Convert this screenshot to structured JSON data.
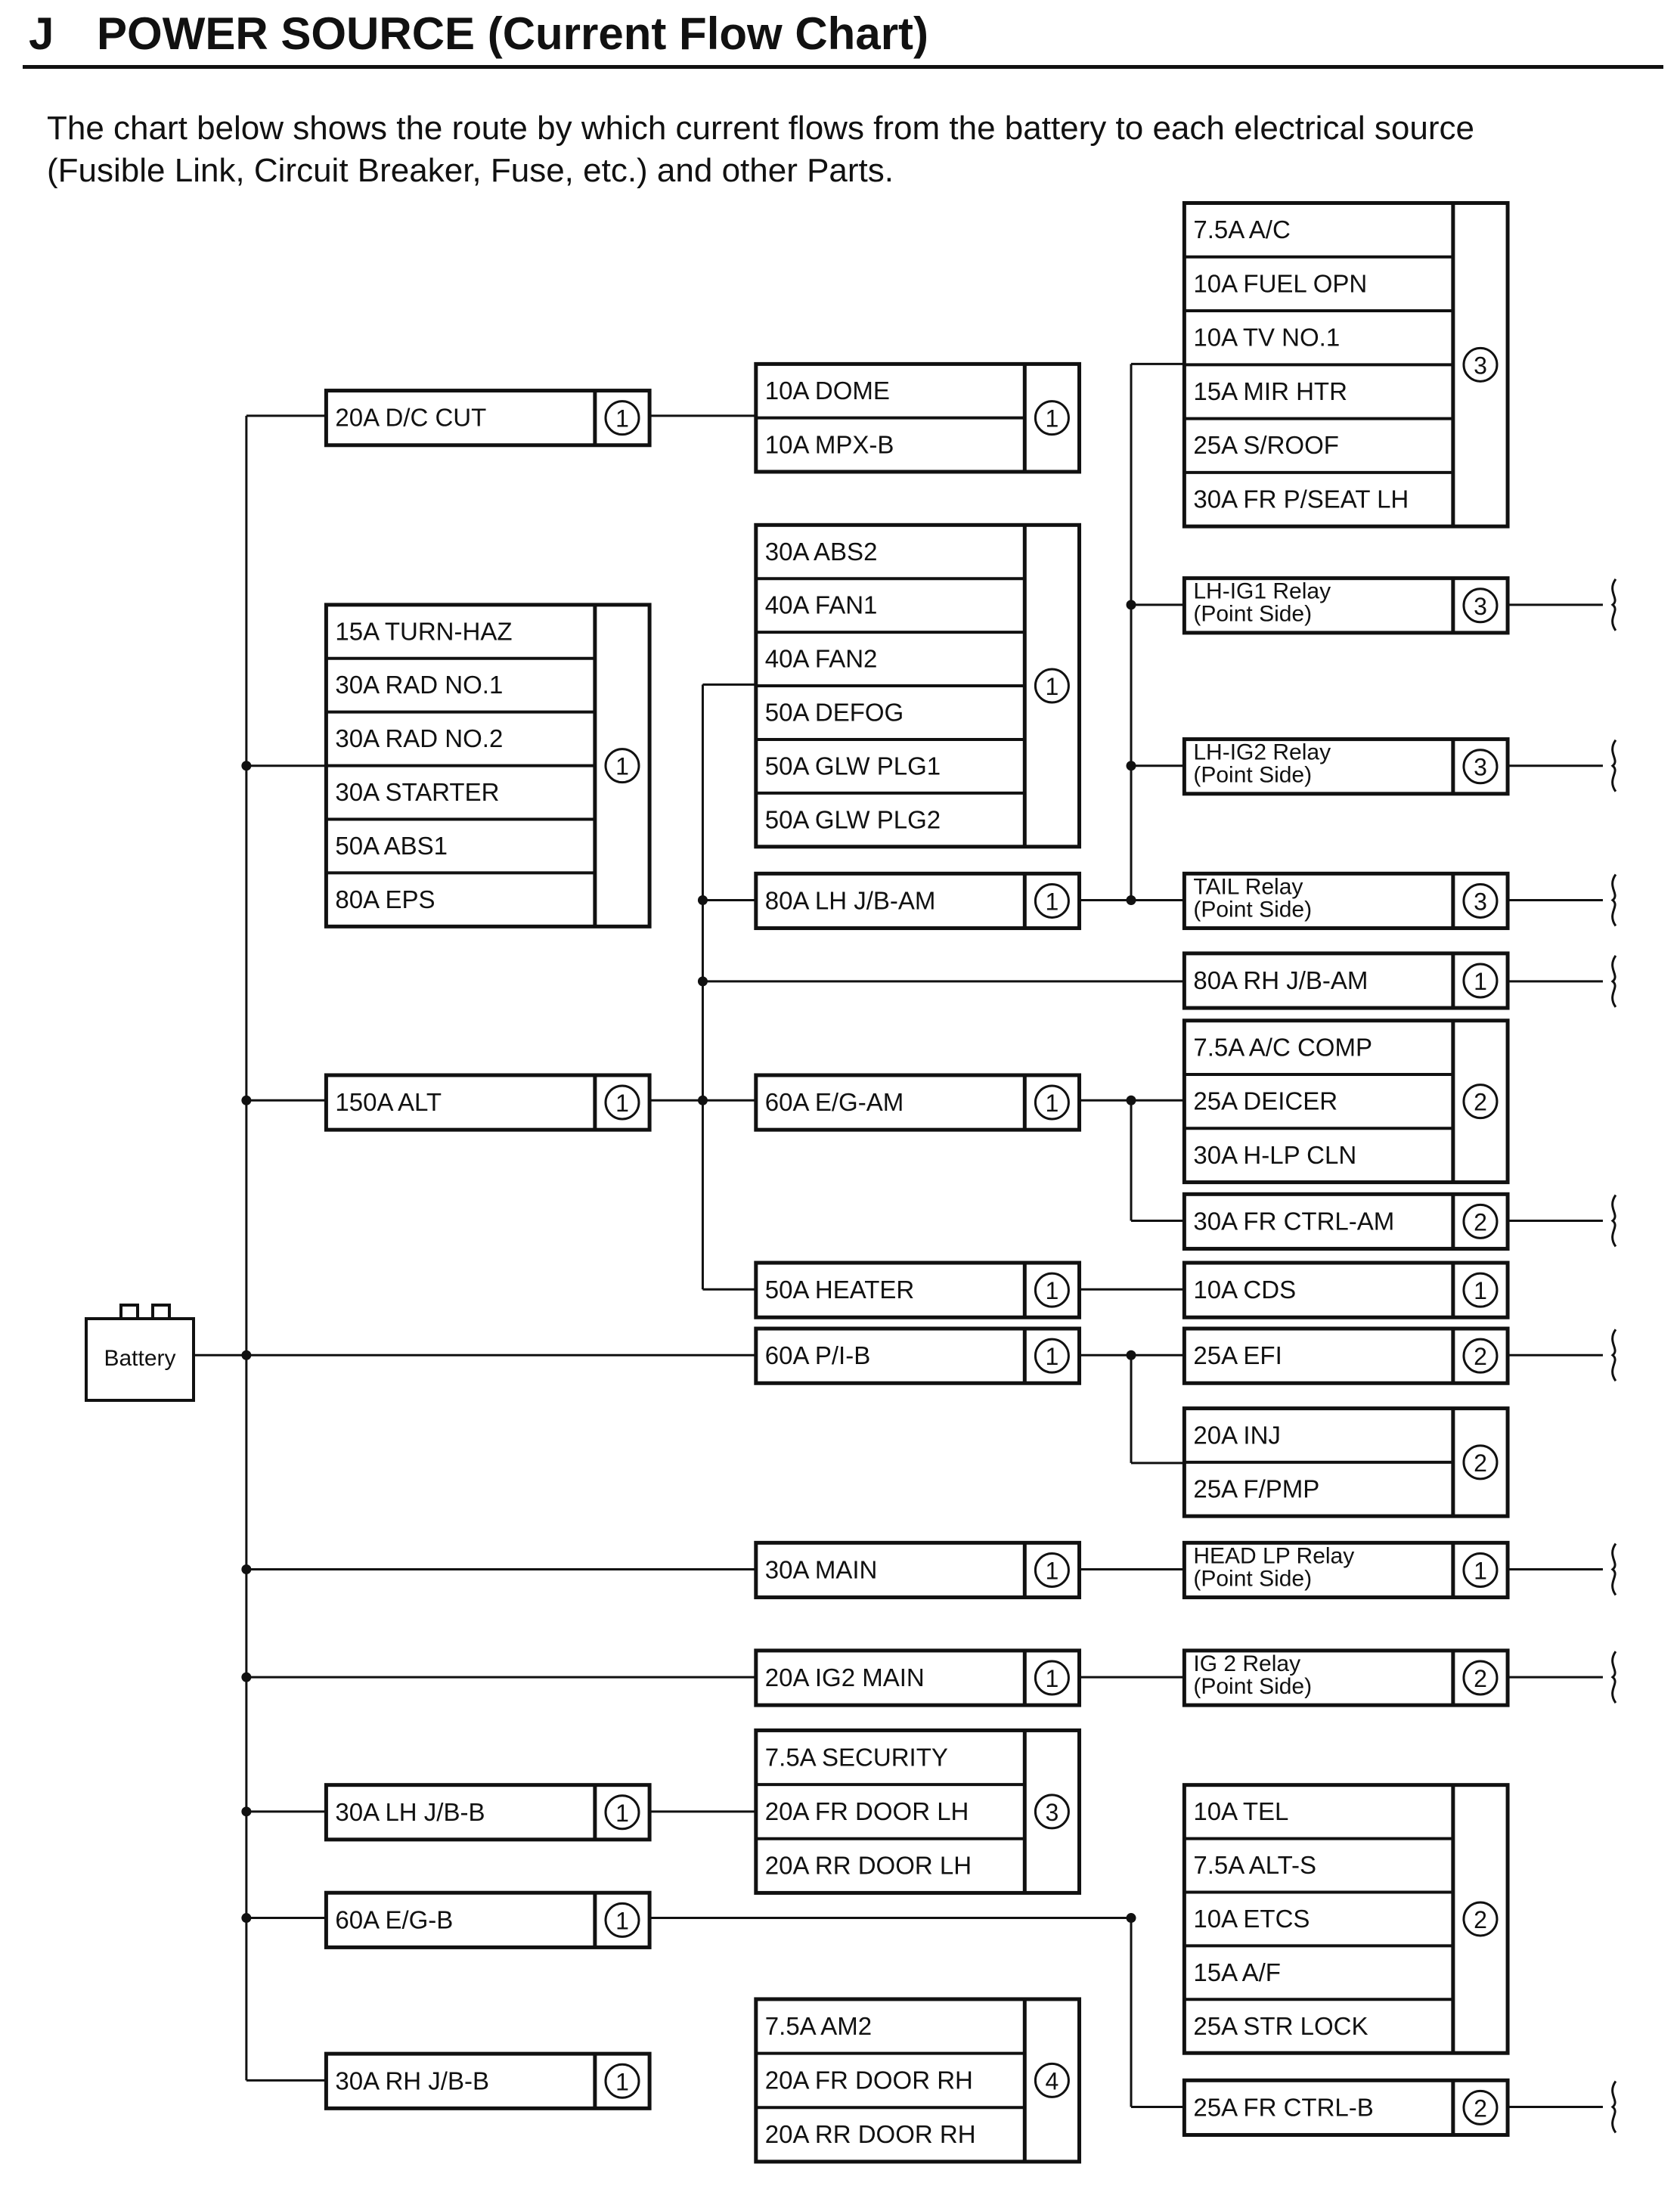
{
  "header": {
    "section_letter": "J",
    "title": "POWER SOURCE (Current Flow Chart)",
    "intro_line1": "The chart below shows the route by which current flows from the battery to each electrical source",
    "intro_line2": "(Fusible Link, Circuit Breaker, Fuse, etc.) and other Parts."
  },
  "battery": {
    "label": "Battery"
  },
  "groups": [
    {
      "id": "dc_cut",
      "badge": "1",
      "items": [
        "20A D/C CUT"
      ]
    },
    {
      "id": "lf1",
      "badge": "1",
      "items": [
        "15A TURN-HAZ",
        "30A RAD NO.1",
        "30A RAD NO.2",
        "30A STARTER",
        "50A ABS1",
        "80A EPS"
      ]
    },
    {
      "id": "alt",
      "badge": "1",
      "items": [
        "150A ALT"
      ]
    },
    {
      "id": "lh_jbb",
      "badge": "1",
      "items": [
        "30A LH J/B-B"
      ]
    },
    {
      "id": "egb",
      "badge": "1",
      "items": [
        "60A E/G-B"
      ]
    },
    {
      "id": "rh_jbb",
      "badge": "1",
      "items": [
        "30A RH J/B-B"
      ]
    },
    {
      "id": "dome",
      "badge": "1",
      "items": [
        "10A DOME",
        "10A MPX-B"
      ]
    },
    {
      "id": "abs2",
      "badge": "1",
      "items": [
        "30A ABS2",
        "40A FAN1",
        "40A FAN2",
        "50A DEFOG",
        "50A GLW PLG1",
        "50A GLW PLG2"
      ]
    },
    {
      "id": "lh_jbam",
      "badge": "1",
      "items": [
        "80A LH J/B-AM"
      ]
    },
    {
      "id": "egam",
      "badge": "1",
      "items": [
        "60A E/G-AM"
      ]
    },
    {
      "id": "heater",
      "badge": "1",
      "items": [
        "50A HEATER"
      ]
    },
    {
      "id": "pib",
      "badge": "1",
      "items": [
        "60A P/I-B"
      ]
    },
    {
      "id": "main",
      "badge": "1",
      "items": [
        "30A MAIN"
      ]
    },
    {
      "id": "ig2main",
      "badge": "1",
      "items": [
        "20A IG2 MAIN"
      ]
    },
    {
      "id": "security",
      "badge": "3",
      "items": [
        "7.5A SECURITY",
        "20A FR DOOR LH",
        "20A RR DOOR LH"
      ]
    },
    {
      "id": "am2",
      "badge": "4",
      "items": [
        "7.5A AM2",
        "20A FR DOOR RH",
        "20A RR DOOR RH"
      ]
    },
    {
      "id": "ac",
      "badge": "3",
      "items": [
        "7.5A A/C",
        "10A FUEL OPN",
        "10A TV NO.1",
        "15A MIR HTR",
        "25A S/ROOF",
        "30A FR P/SEAT LH"
      ]
    },
    {
      "id": "lhig1",
      "badge": "3",
      "items": [
        "LH-IG1 Relay\n(Point Side)"
      ]
    },
    {
      "id": "lhig2",
      "badge": "3",
      "items": [
        "LH-IG2 Relay\n(Point Side)"
      ]
    },
    {
      "id": "tail",
      "badge": "3",
      "items": [
        "TAIL Relay\n(Point Side)"
      ]
    },
    {
      "id": "rh_jbam",
      "badge": "1",
      "items": [
        "80A RH J/B-AM"
      ]
    },
    {
      "id": "accomp",
      "badge": "2",
      "items": [
        "7.5A A/C COMP",
        "25A DEICER",
        "30A H-LP CLN"
      ]
    },
    {
      "id": "frctrlam",
      "badge": "2",
      "items": [
        "30A FR CTRL-AM"
      ]
    },
    {
      "id": "cds",
      "badge": "1",
      "items": [
        "10A CDS"
      ]
    },
    {
      "id": "efi",
      "badge": "2",
      "items": [
        "25A EFI"
      ]
    },
    {
      "id": "inj",
      "badge": "2",
      "items": [
        "20A INJ",
        "25A F/PMP"
      ]
    },
    {
      "id": "headlp",
      "badge": "1",
      "items": [
        "HEAD LP Relay\n(Point Side)"
      ]
    },
    {
      "id": "ig2relay",
      "badge": "2",
      "items": [
        "IG 2 Relay\n(Point Side)"
      ]
    },
    {
      "id": "tel",
      "badge": "2",
      "items": [
        "10A TEL",
        "7.5A ALT-S",
        "10A ETCS",
        "15A A/F",
        "25A STR LOCK"
      ]
    },
    {
      "id": "frctrlb",
      "badge": "2",
      "items": [
        "25A FR CTRL-B"
      ]
    }
  ]
}
